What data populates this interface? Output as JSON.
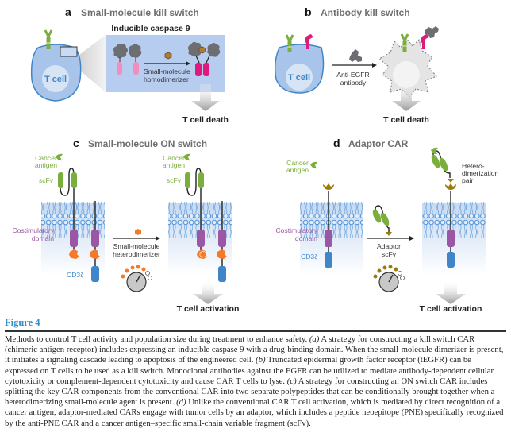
{
  "figure": {
    "panels": {
      "a": {
        "letter": "a",
        "title": "Small-molecule kill switch",
        "inset_title": "Inducible caspase 9",
        "cell_label": "T cell",
        "agent_line1": "Small-molecule",
        "agent_line2": "homodimerizer",
        "outcome": "T cell death"
      },
      "b": {
        "letter": "b",
        "title": "Antibody kill switch",
        "cell_label": "T cell",
        "agent_line1": "Anti-EGFR",
        "agent_line2": "antibody",
        "outcome": "T cell death"
      },
      "c": {
        "letter": "c",
        "title": "Small-molecule ON switch",
        "antigen_line1": "Cancer",
        "antigen_line2": "antigen",
        "scfv_label": "scFv",
        "costim_line1": "Costimulatory",
        "costim_line2": "domain",
        "cd3_label": "CD3ζ",
        "agent_line1": "Small-molecule",
        "agent_line2": "heterodimerizer",
        "antigen_line1_r": "Cancer",
        "antigen_line2_r": "antigen",
        "scfv_label_r": "scFv",
        "outcome": "T cell activation"
      },
      "d": {
        "letter": "d",
        "title": "Adaptor CAR",
        "antigen_line1": "Cancer",
        "antigen_line2": "antigen",
        "costim_line1": "Costimulatory",
        "costim_line2": "domain",
        "cd3_label": "CD3ζ",
        "agent_line1": "Adaptor",
        "agent_line2": "scFv",
        "pair_line1": "Hetero-",
        "pair_line2": "dimerization",
        "pair_line3": "pair",
        "outcome": "T cell activation"
      }
    },
    "colors": {
      "title_gray": "#6d6e71",
      "cell_blue": "#a9c4ea",
      "cell_border": "#3f86c8",
      "green": "#7aae3d",
      "pink_light": "#f08fbf",
      "magenta": "#e0197d",
      "purple": "#9b57a3",
      "orange": "#f47a2a",
      "blue": "#3f86c8",
      "olive": "#9c7a0c",
      "caption_blue": "#2f8fc9"
    }
  },
  "caption": {
    "label": "Figure 4",
    "intro": "Methods to control T cell activity and population size during treatment to enhance safety. ",
    "a_marker": "(a)",
    "a_text": " A strategy for constructing a kill switch CAR (chimeric antigen receptor) includes expressing an inducible caspase 9 with a drug-binding domain. When the small-molecule dimerizer is present, it initiates a signaling cascade leading to apoptosis of the engineered cell. ",
    "b_marker": "(b)",
    "b_text": " Truncated epidermal growth factor receptor (tEGFR) can be expressed on T cells to be used as a kill switch. Monoclonal antibodies against the EGFR can be utilized to mediate antibody-dependent cellular cytotoxicity or complement-dependent cytotoxicity and cause CAR T cells to lyse. ",
    "c_marker": "(c)",
    "c_text": " A strategy for constructing an ON switch CAR includes splitting the key CAR components from the conventional CAR into two separate polypeptides that can be conditionally brought together when a heterodimerizing small-molecule agent is present. ",
    "d_marker": "(d)",
    "d_text": " Unlike the conventional CAR T cell activation, which is mediated by direct recognition of a cancer antigen, adaptor-mediated CARs engage with tumor cells by an adaptor, which includes a peptide neoepitope (PNE) specifically recognized by the anti-PNE CAR and a cancer antigen–specific small-chain variable fragment (scFv)."
  }
}
